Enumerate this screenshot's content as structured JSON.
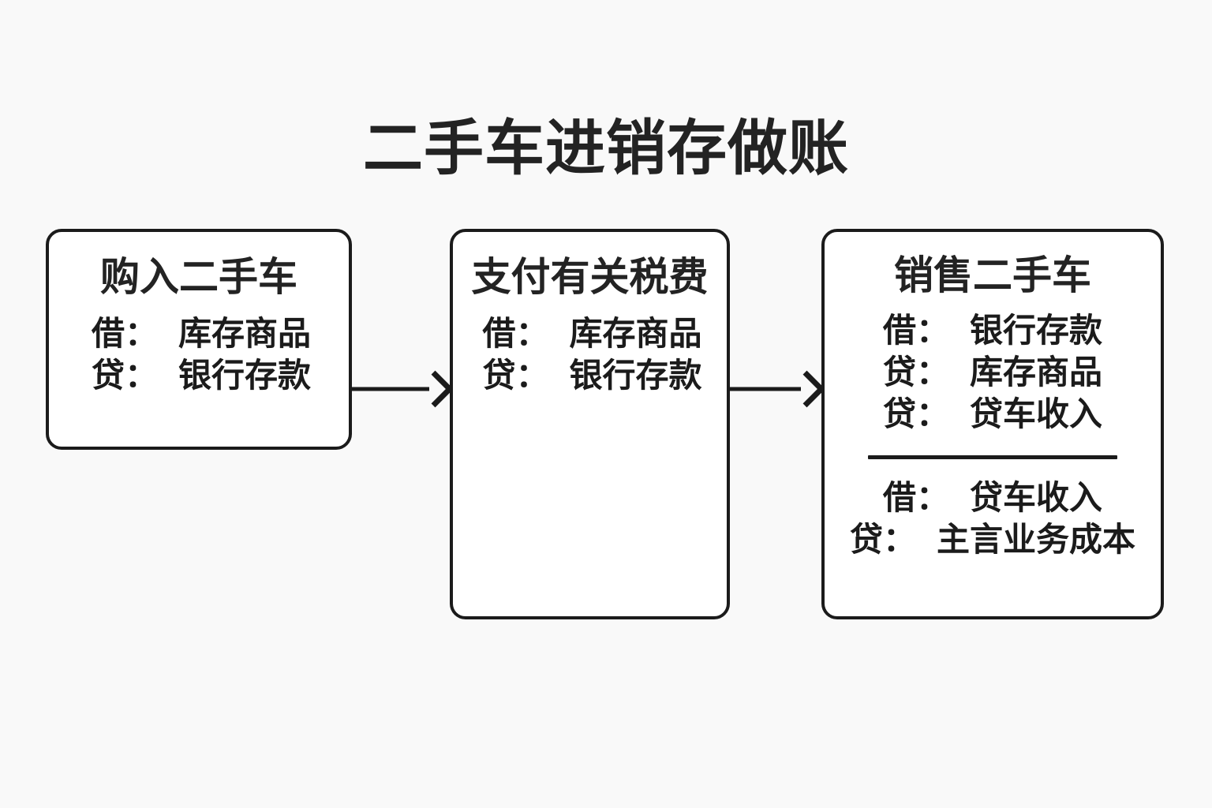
{
  "page": {
    "title": "二手车进销存做账",
    "background_color": "#f9f9f9",
    "ink_color": "#1b1b1b"
  },
  "diagram": {
    "type": "flowchart",
    "orientation": "left-to-right",
    "steps": [
      {
        "id": "purchase",
        "heading": "购入二手车",
        "entries": [
          {
            "side": "借：",
            "account": "库存商品"
          },
          {
            "side": "贷：",
            "account": "银行存款"
          }
        ]
      },
      {
        "id": "tax",
        "heading": "支付有关税费",
        "entries": [
          {
            "side": "借：",
            "account": "库存商品"
          },
          {
            "side": "贷：",
            "account": "银行存款"
          }
        ]
      },
      {
        "id": "sale",
        "heading": "销售二手车",
        "entries": [
          {
            "side": "借：",
            "account": "银行存款"
          },
          {
            "side": "贷：",
            "account": "库存商品"
          },
          {
            "side": "贷：",
            "account": "贷车收入"
          }
        ],
        "entries_secondary": [
          {
            "side": "借：",
            "account": "贷车收入"
          },
          {
            "side": "贷：",
            "account": "主言业务成本"
          }
        ]
      }
    ],
    "connectors": [
      {
        "id": "arrow-1",
        "from": "purchase",
        "to": "tax",
        "glyph": "arrow-right"
      },
      {
        "id": "arrow-2",
        "from": "tax",
        "to": "sale",
        "glyph": "arrow-right"
      }
    ]
  }
}
